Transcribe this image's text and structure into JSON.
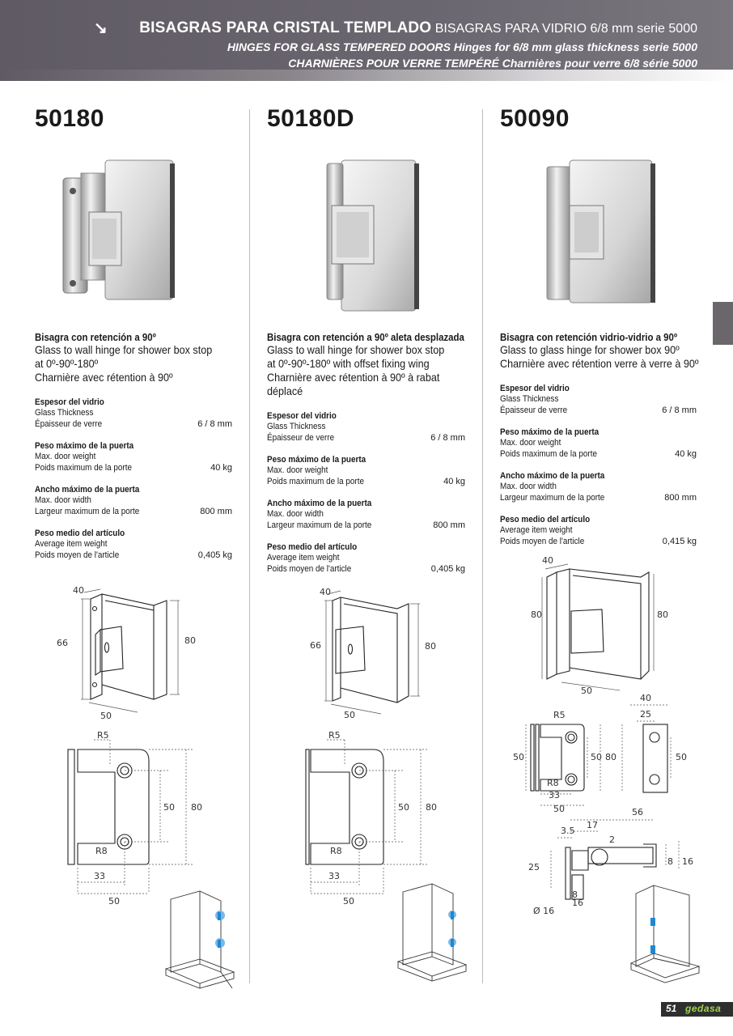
{
  "header": {
    "arrow": "↘",
    "title_es_bold": "BISAGRAS PARA CRISTAL TEMPLADO",
    "title_es_light": " BISAGRAS PARA VIDRIO 6/8 mm serie 5000",
    "title_en": "HINGES FOR GLASS TEMPERED DOORS Hinges for 6/8 mm glass thickness serie 5000",
    "title_fr": "CHARNIÈRES POUR VERRE TEMPÉRÉ Charnières pour verre 6/8 série 5000"
  },
  "products": [
    {
      "code": "50180",
      "desc_title": "Bisagra con retención a 90º",
      "desc_lines": [
        "Glass to wall hinge for shower box stop",
        "at 0º-90º-180º",
        "Charnière avec rétention à 90º"
      ],
      "specs": [
        {
          "title": "Espesor del vidrio",
          "en": "Glass Thickness",
          "fr": "Épaisseur de verre",
          "value": "6 / 8 mm"
        },
        {
          "title": "Peso máximo de la puerta",
          "en": "Max. door weight",
          "fr": "Poids maximum de la porte",
          "value": "40 kg"
        },
        {
          "title": "Ancho máximo de la puerta",
          "en": "Max. door width",
          "fr": "Largeur maximum de la porte",
          "value": "800 mm"
        },
        {
          "title": "Peso medio del artículo",
          "en": "Average item weight",
          "fr": "Poids moyen de l'article",
          "value": "0,405 kg"
        }
      ],
      "dims": {
        "d40": "40",
        "d66": "66",
        "d80": "80",
        "d50": "50",
        "r5": "R5",
        "r8": "R8",
        "p50": "50",
        "p80": "80",
        "p33": "33",
        "p50b": "50"
      }
    },
    {
      "code": "50180D",
      "desc_title": "Bisagra con retención a 90º aleta desplazada",
      "desc_lines": [
        "Glass to wall hinge for shower box stop",
        "at 0º-90º-180º with offset fixing wing",
        "Charnière avec rétention à 90º à rabat",
        "déplacé"
      ],
      "specs": [
        {
          "title": "Espesor del vidrio",
          "en": "Glass Thickness",
          "fr": "Épaisseur de verre",
          "value": "6 / 8 mm"
        },
        {
          "title": "Peso máximo de la puerta",
          "en": "Max. door weight",
          "fr": "Poids maximum de la porte",
          "value": "40 kg"
        },
        {
          "title": "Ancho máximo de la puerta",
          "en": "Max. door width",
          "fr": "Largeur maximum de la porte",
          "value": "800 mm"
        },
        {
          "title": "Peso medio del artículo",
          "en": "Average item weight",
          "fr": "Poids moyen de l'article",
          "value": "0,405 kg"
        }
      ],
      "dims": {
        "d40": "40",
        "d66": "66",
        "d80": "80",
        "d50": "50",
        "r5": "R5",
        "r8": "R8",
        "p50": "50",
        "p80": "80",
        "p33": "33",
        "p50b": "50"
      }
    },
    {
      "code": "50090",
      "desc_title": "Bisagra con retención vidrio-vidrio a 90º",
      "desc_lines": [
        "Glass to glass hinge for shower box 90º",
        "Charnière avec rétention verre à verre à 90º"
      ],
      "specs": [
        {
          "title": "Espesor del vidrio",
          "en": "Glass Thickness",
          "fr": "Épaisseur de verre",
          "value": "6 / 8 mm"
        },
        {
          "title": "Peso máximo de la puerta",
          "en": "Max. door weight",
          "fr": "Poids maximum de la porte",
          "value": "40 kg"
        },
        {
          "title": "Ancho máximo de la puerta",
          "en": "Max. door width",
          "fr": "Largeur maximum de la porte",
          "value": "800 mm"
        },
        {
          "title": "Peso medio del artículo",
          "en": "Average item weight",
          "fr": "Poids moyen de l'article",
          "value": "0,415 kg"
        }
      ],
      "dims": {
        "d40": "40",
        "d80a": "80",
        "d80b": "80",
        "d50": "50",
        "r5": "R5",
        "r8": "R8",
        "f50a": "50",
        "f50b": "50",
        "f80": "80",
        "f33": "33",
        "f50c": "50",
        "s40": "40",
        "s25": "25",
        "s50": "50",
        "t56": "56",
        "t17": "17",
        "t35": "3.5",
        "t2": "2",
        "t25": "25",
        "t8": "8",
        "t16": "16",
        "t8b": "8",
        "t16b": "16",
        "tphi": "Ø 16"
      }
    }
  ],
  "footer": {
    "page": "51",
    "brand": "gedasa"
  },
  "colors": {
    "header": "#66626a",
    "tab": "#6a666b",
    "accent_blue": "#1e88d2",
    "brand_green": "#9fd24f"
  }
}
